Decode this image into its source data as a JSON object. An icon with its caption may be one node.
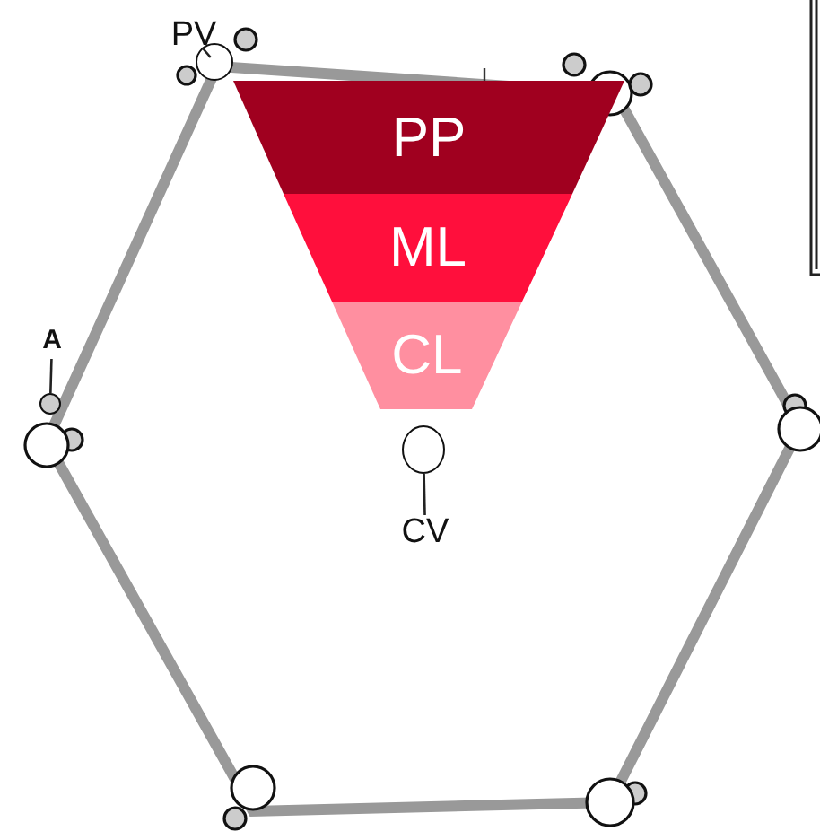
{
  "diagram": {
    "nodes": [
      {
        "text": [
          "PV"
        ]
      },
      {
        "text": [],
        "shape": "circle"
      },
      {
        "text": [
          "PP"
        ]
      },
      {
        "text": [
          "ML"
        ]
      },
      {
        "text": [
          "CL"
        ]
      },
      {
        "text": [
          "A"
        ]
      },
      {
        "text": [],
        "shape": "circle"
      },
      {
        "text": [],
        "shape": "circle"
      },
      {
        "text": [
          "CV"
        ]
      }
    ],
    "edges": [
      {
        "from": 0,
        "to": 1,
        "arrow": "none"
      },
      {
        "from": 5,
        "to": 6,
        "arrow": "none"
      },
      {
        "from": 8,
        "to": 7,
        "arrow": "none"
      }
    ]
  }
}
